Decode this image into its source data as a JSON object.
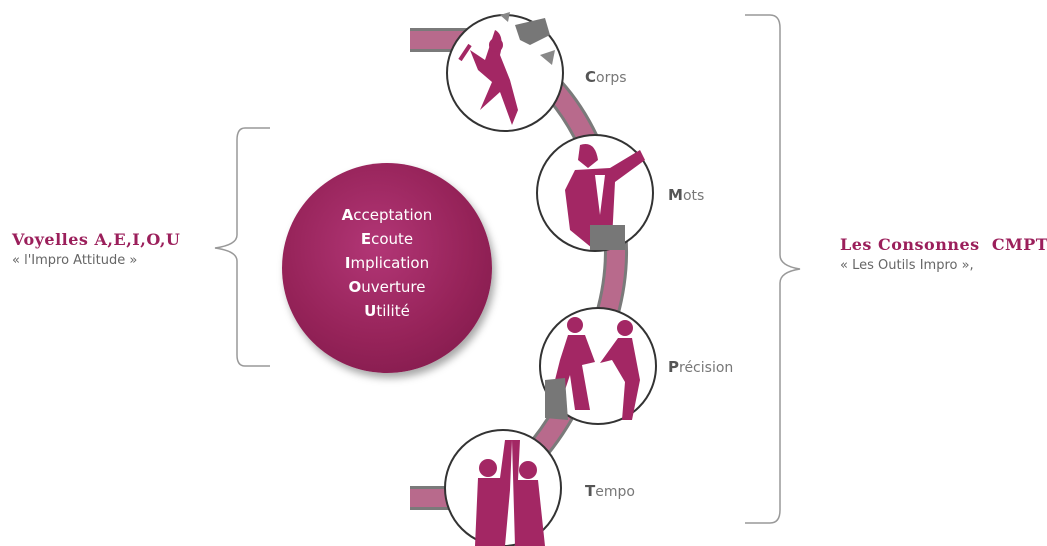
{
  "left": {
    "title": "Voyelles A,E,I,O,U",
    "subtitle": "« l'Impro Attitude »"
  },
  "vowels": [
    {
      "initial": "A",
      "rest": "cceptation"
    },
    {
      "initial": "E",
      "rest": "coute"
    },
    {
      "initial": "I",
      "rest": "mplication"
    },
    {
      "initial": "O",
      "rest": "uverture"
    },
    {
      "initial": "U",
      "rest": "tilité"
    }
  ],
  "right": {
    "title": "Les Consonnes  CMPT",
    "subtitle": "« Les Outils Impro »,"
  },
  "tools": [
    {
      "initial": "C",
      "rest": "orps",
      "icon": "dancer-with-papers-icon"
    },
    {
      "initial": "M",
      "rest": "ots",
      "icon": "speaking-man-icon"
    },
    {
      "initial": "P",
      "rest": "récision",
      "icon": "two-people-handshake-icon"
    },
    {
      "initial": "T",
      "rest": "empo",
      "icon": "high-five-icon"
    }
  ],
  "colors": {
    "accent": "#9b1f5b",
    "circle": "#962359",
    "arc": "#b86a8c",
    "text_gray": "#666666",
    "bracket": "#999999"
  }
}
